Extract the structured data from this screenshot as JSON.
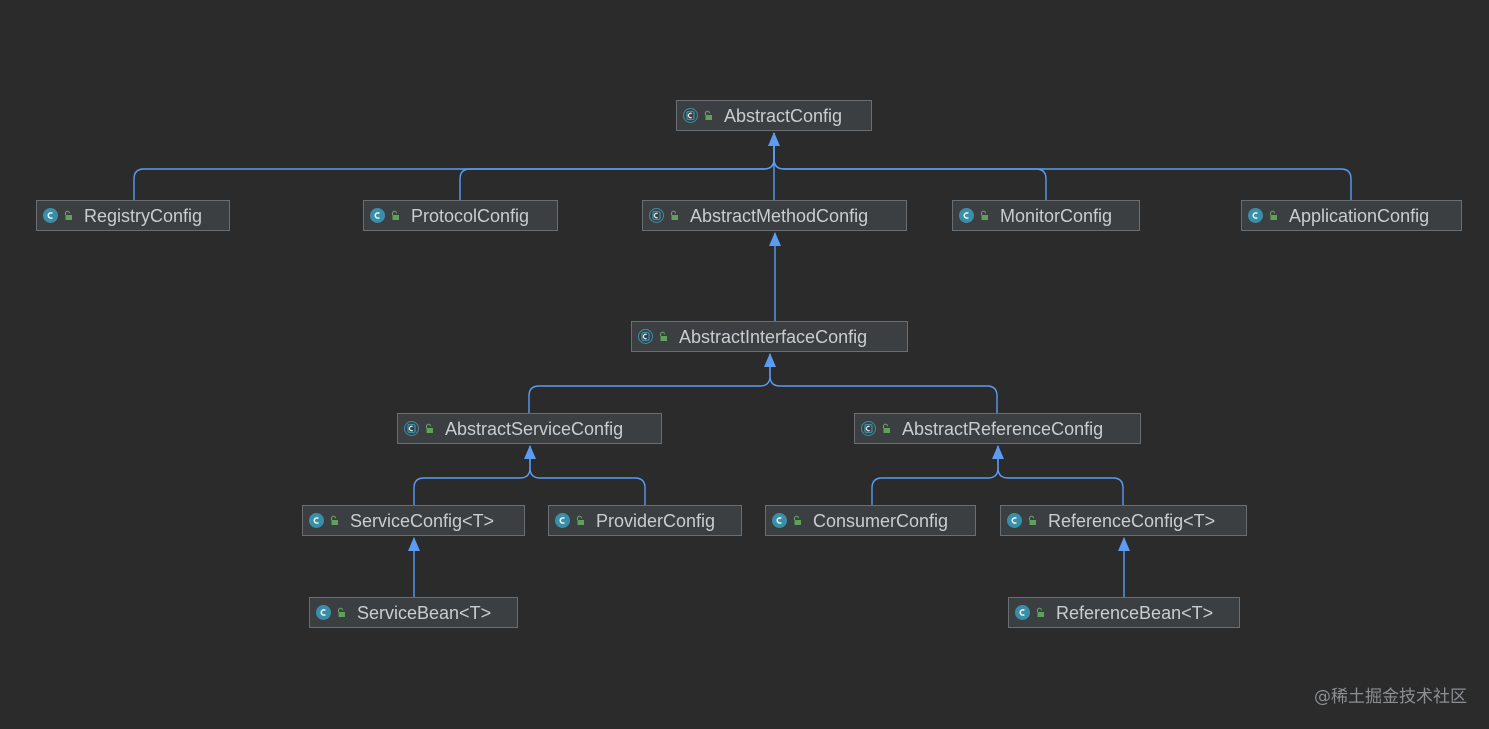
{
  "colors": {
    "background": "#2b2b2b",
    "node_fill": "#3c3f41",
    "node_border": "#6b6e70",
    "edge": "#5b9cf2",
    "class_icon": "#3a8fa8",
    "access_icon": "#5fa05a"
  },
  "nodes": {
    "abstract_config": {
      "label": "AbstractConfig",
      "kind": "abstract-class-icon"
    },
    "registry_config": {
      "label": "RegistryConfig",
      "kind": "class-icon"
    },
    "protocol_config": {
      "label": "ProtocolConfig",
      "kind": "class-icon"
    },
    "abstract_method_config": {
      "label": "AbstractMethodConfig",
      "kind": "abstract-class-icon"
    },
    "monitor_config": {
      "label": "MonitorConfig",
      "kind": "class-icon"
    },
    "application_config": {
      "label": "ApplicationConfig",
      "kind": "class-icon"
    },
    "abstract_interface_config": {
      "label": "AbstractInterfaceConfig",
      "kind": "abstract-class-icon"
    },
    "abstract_service_config": {
      "label": "AbstractServiceConfig",
      "kind": "abstract-class-icon"
    },
    "abstract_reference_config": {
      "label": "AbstractReferenceConfig",
      "kind": "abstract-class-icon"
    },
    "service_config": {
      "label": "ServiceConfig<T>",
      "kind": "class-icon"
    },
    "provider_config": {
      "label": "ProviderConfig",
      "kind": "class-icon"
    },
    "consumer_config": {
      "label": "ConsumerConfig",
      "kind": "class-icon"
    },
    "reference_config": {
      "label": "ReferenceConfig<T>",
      "kind": "class-icon"
    },
    "service_bean": {
      "label": "ServiceBean<T>",
      "kind": "class-icon"
    },
    "reference_bean": {
      "label": "ReferenceBean<T>",
      "kind": "class-icon"
    }
  },
  "edges": [
    {
      "from": "registry_config",
      "to": "abstract_config"
    },
    {
      "from": "protocol_config",
      "to": "abstract_config"
    },
    {
      "from": "abstract_method_config",
      "to": "abstract_config"
    },
    {
      "from": "monitor_config",
      "to": "abstract_config"
    },
    {
      "from": "application_config",
      "to": "abstract_config"
    },
    {
      "from": "abstract_interface_config",
      "to": "abstract_method_config"
    },
    {
      "from": "abstract_service_config",
      "to": "abstract_interface_config"
    },
    {
      "from": "abstract_reference_config",
      "to": "abstract_interface_config"
    },
    {
      "from": "service_config",
      "to": "abstract_service_config"
    },
    {
      "from": "provider_config",
      "to": "abstract_service_config"
    },
    {
      "from": "consumer_config",
      "to": "abstract_reference_config"
    },
    {
      "from": "reference_config",
      "to": "abstract_reference_config"
    },
    {
      "from": "service_bean",
      "to": "service_config"
    },
    {
      "from": "reference_bean",
      "to": "reference_config"
    }
  ],
  "watermark": "@稀土掘金技术社区"
}
